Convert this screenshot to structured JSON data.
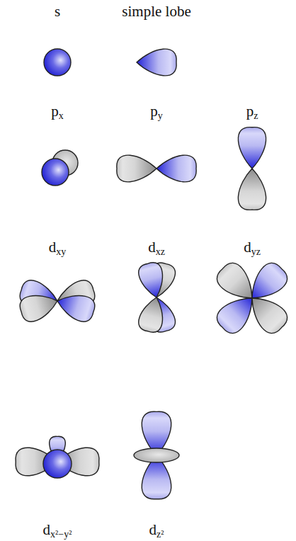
{
  "diagram": {
    "labels": [
      "s",
      "simple lobe",
      "px",
      "py",
      "pz",
      "dxy",
      "dxz",
      "dyz",
      "dx²−y²",
      "dz²"
    ]
  }
}
